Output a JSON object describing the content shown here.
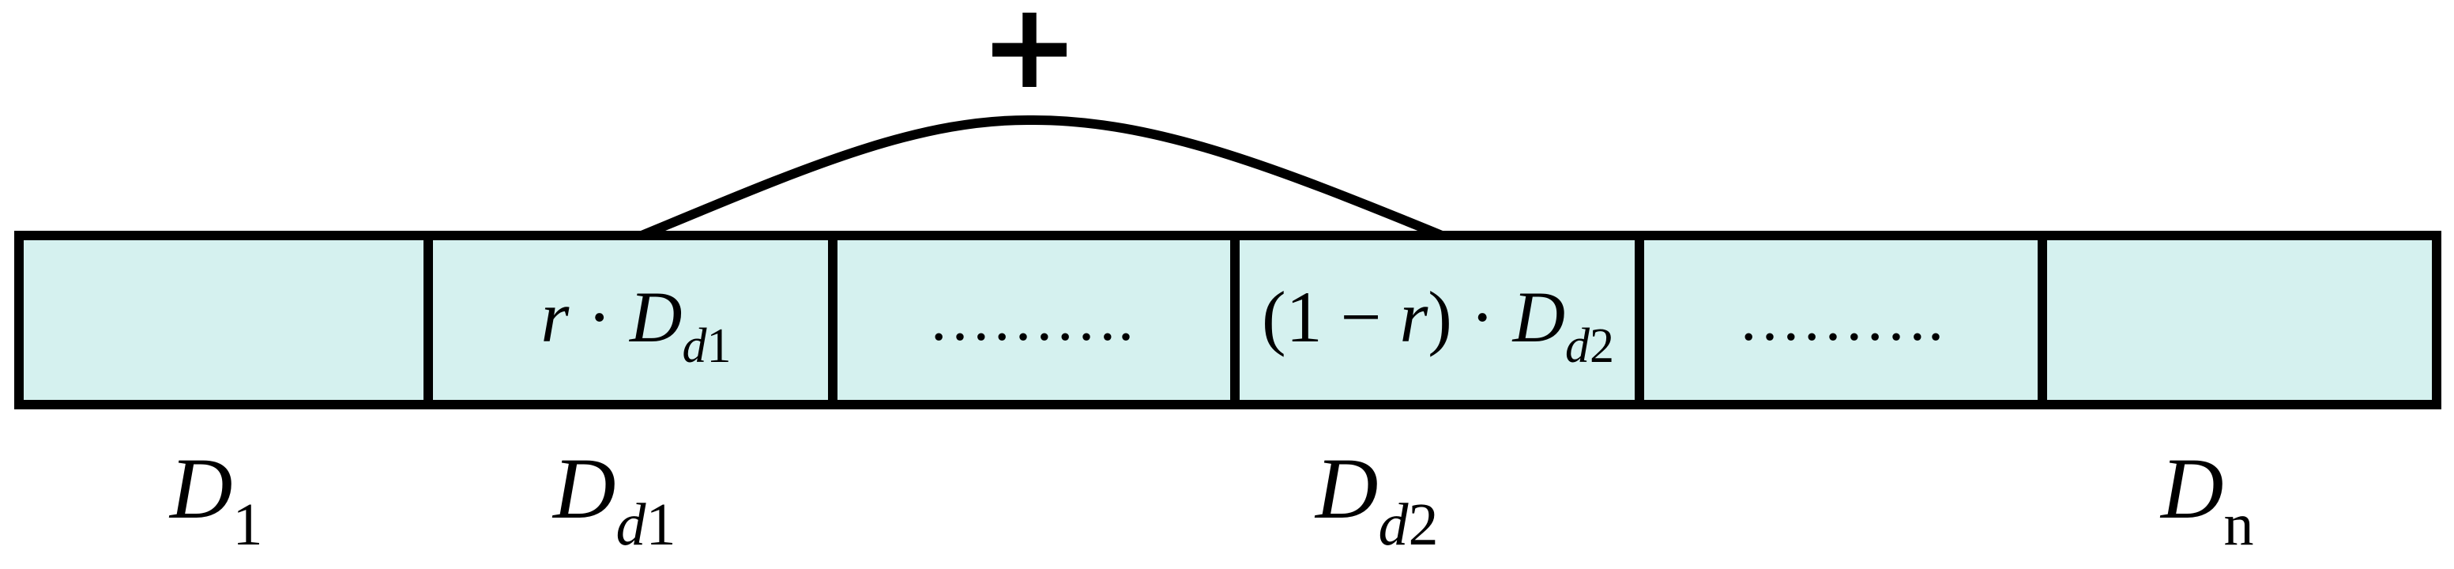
{
  "colors": {
    "cell_fill": "#d5f1ef",
    "stroke": "#000000",
    "text": "#000000"
  },
  "operator_symbol": "+",
  "cells": [
    {
      "id": "c1",
      "content": []
    },
    {
      "id": "c2",
      "content": [
        {
          "text": "r",
          "italic": true
        },
        {
          "text": " · ",
          "italic": false
        },
        {
          "text": "D",
          "italic": true
        },
        {
          "text": "d",
          "italic": true,
          "sub": true
        },
        {
          "text": "1",
          "italic": false,
          "sub": true
        }
      ]
    },
    {
      "id": "c3",
      "content": [
        {
          "text": "……….",
          "italic": false
        }
      ]
    },
    {
      "id": "c4",
      "content": [
        {
          "text": "(1 − ",
          "italic": false
        },
        {
          "text": "r",
          "italic": true
        },
        {
          "text": ") · ",
          "italic": false
        },
        {
          "text": "D",
          "italic": true
        },
        {
          "text": "d",
          "italic": true,
          "sub": true
        },
        {
          "text": "2",
          "italic": false,
          "sub": true
        }
      ]
    },
    {
      "id": "c5",
      "content": [
        {
          "text": "……….",
          "italic": false
        }
      ]
    },
    {
      "id": "c6",
      "content": []
    }
  ],
  "bottom_labels": [
    {
      "id": "D1",
      "main": "D",
      "sub_italic": "",
      "sub_plain": "1"
    },
    {
      "id": "Dd1",
      "main": "D",
      "sub_italic": "d",
      "sub_plain": "1"
    },
    {
      "id": "Dd2",
      "main": "D",
      "sub_italic": "d",
      "sub_plain": "2"
    },
    {
      "id": "Dn",
      "main": "D",
      "sub_italic": "",
      "sub_plain": "n"
    }
  ]
}
